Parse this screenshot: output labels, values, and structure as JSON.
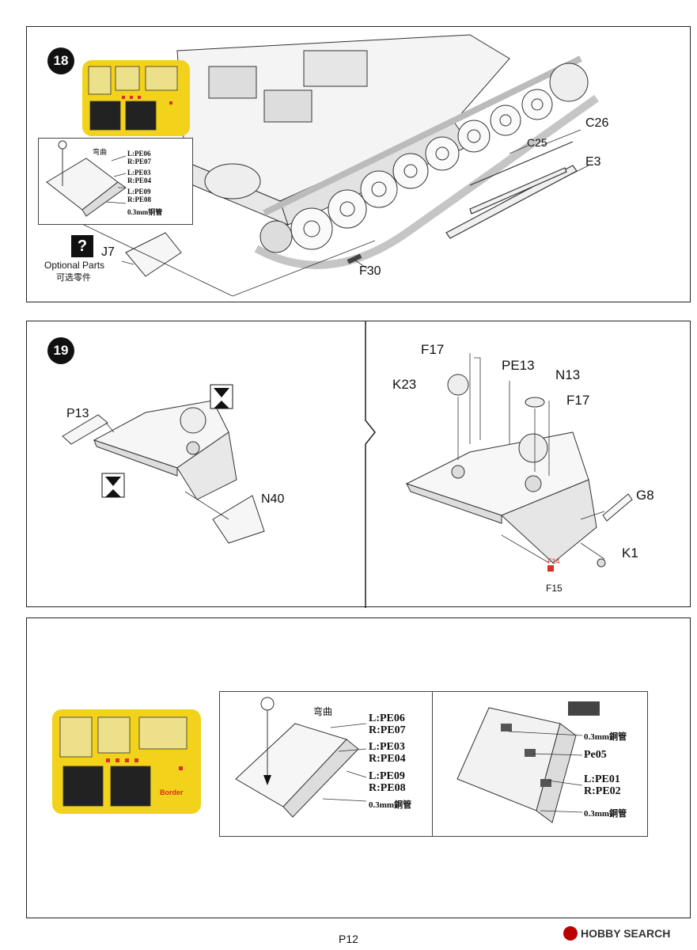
{
  "step18": {
    "number": "18",
    "parts": [
      "C26",
      "C25",
      "E3",
      "F30",
      "J7"
    ],
    "optional_icon": "?",
    "optional_en": "Optional Parts",
    "optional_cn": "可选零件",
    "inset": {
      "bend": "弯曲",
      "l1": "L:PE06",
      "r1": "R:PE07",
      "l2": "L:PE03",
      "r2": "R:PE04",
      "l3": "L:PE09",
      "r3": "R:PE08",
      "tube": "0.3mm铜管"
    }
  },
  "step19": {
    "number": "19",
    "left_parts": [
      "P13",
      "N40"
    ],
    "right_parts": [
      "F17",
      "PE13",
      "K23",
      "N13",
      "F17",
      "G8",
      "K1",
      "F14",
      "F15"
    ]
  },
  "step20": {
    "inset_a": {
      "bend": "弯曲",
      "l1": "L:PE06",
      "r1": "R:PE07",
      "l2": "L:PE03",
      "r2": "R:PE04",
      "l3": "L:PE09",
      "r3": "R:PE08",
      "tube": "0.3mm銅管"
    },
    "inset_b": {
      "tube1": "0.3mm銅管",
      "pe05": "Pe05",
      "l1": "L:PE01",
      "r1": "R:PE02",
      "tube2": "0.3mm銅管"
    },
    "brand_logo": "Border"
  },
  "footer": {
    "page": "P12",
    "watermark": "HOBBY SEARCH"
  },
  "colors": {
    "pe_sheet": "#f2d21b",
    "accent_red": "#d93025"
  }
}
